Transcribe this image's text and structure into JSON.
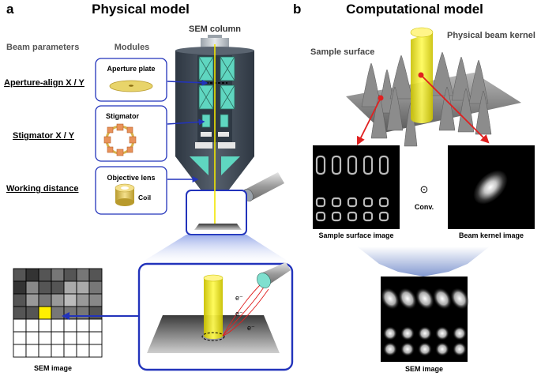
{
  "panel_a": {
    "letter": "a",
    "title": "Physical model",
    "col_beam": "Beam parameters",
    "col_modules": "Modules",
    "column_label": "SEM column",
    "params": [
      "Aperture-align X / Y",
      "Stigmator X / Y",
      "Working distance"
    ],
    "modules": [
      "Aperture plate",
      "Stigmator",
      "Objective lens"
    ],
    "coil_label": "Coil",
    "electron_labels": [
      "e⁻",
      "e⁻",
      "e⁻"
    ],
    "sem_image_label": "SEM image",
    "colors": {
      "blue": "#2233bb",
      "teal": "#5fd6c0",
      "column": "#3d4753",
      "yellow": "#f2e600"
    }
  },
  "panel_b": {
    "letter": "b",
    "title": "Computational model",
    "sample_surface": "Sample surface",
    "beam_kernel": "Physical beam kernel",
    "sample_image_label": "Sample surface image",
    "kernel_image_label": "Beam kernel image",
    "conv_symbol": "⊙",
    "conv_label": "Conv.",
    "sem_image_label": "SEM image",
    "colors": {
      "red": "#e02020"
    }
  }
}
